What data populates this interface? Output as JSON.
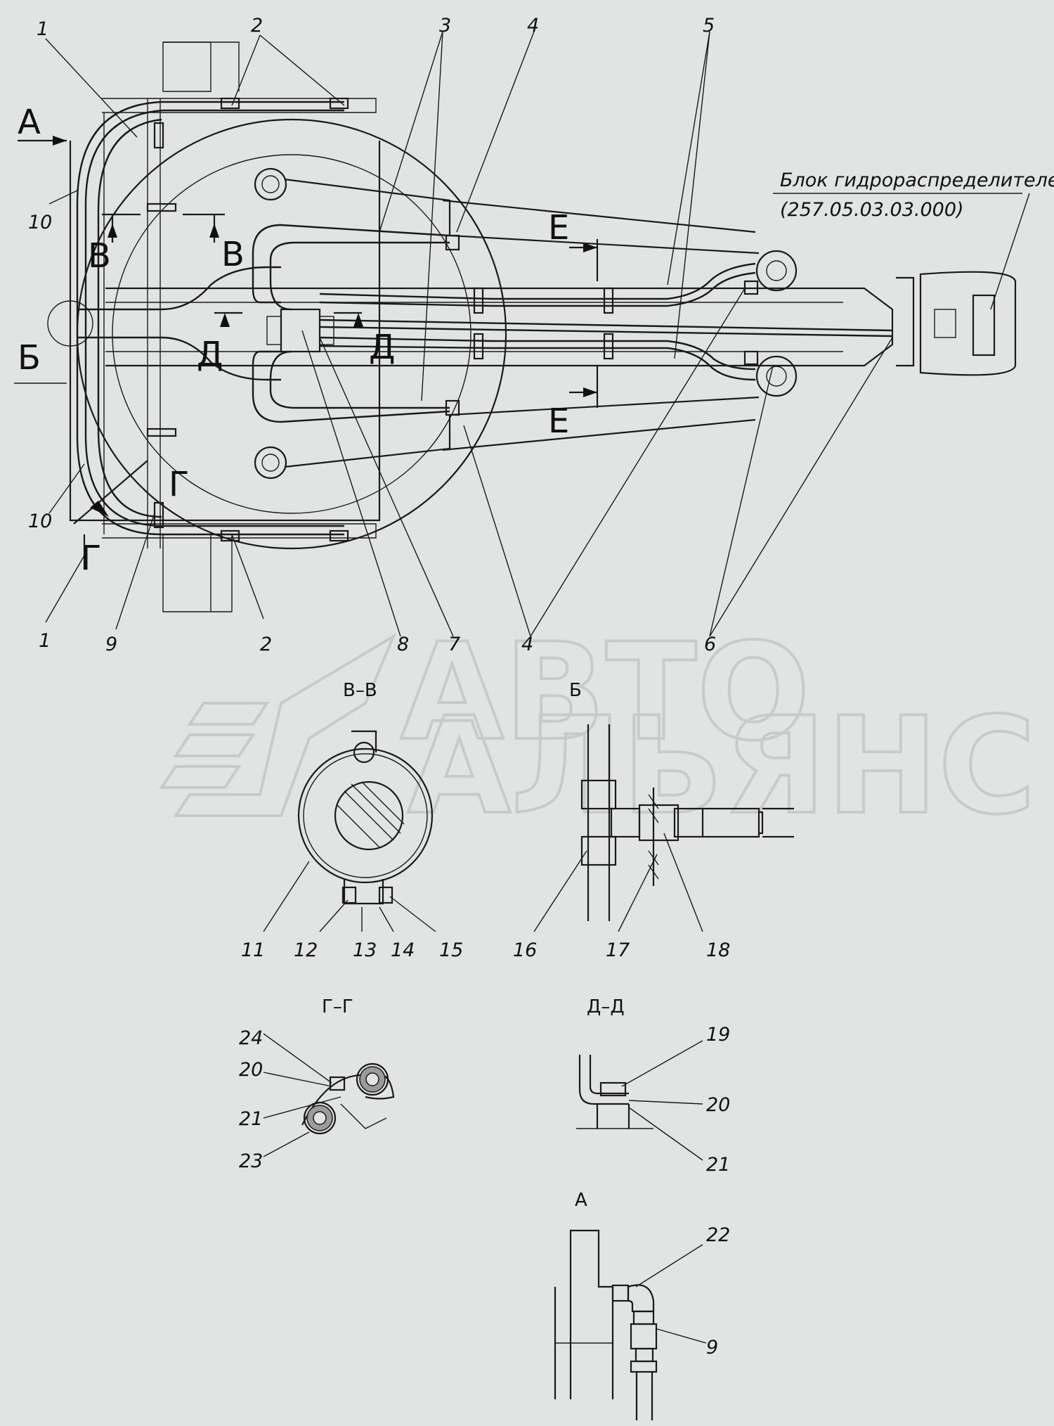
{
  "title_block": {
    "label": "Блок гидрораспределителей",
    "code": "(257.05.03.03.000)"
  },
  "view_marks": {
    "a": "А",
    "b": "Б",
    "v": "В",
    "g": "Г",
    "d": "Д",
    "e": "Е"
  },
  "section_titles": {
    "vv": "В–В",
    "b": "Б",
    "gg": "Г–Г",
    "dd": "Д–Д",
    "a": "А"
  },
  "callouts": {
    "n1": "1",
    "n2": "2",
    "n3": "3",
    "n4": "4",
    "n5": "5",
    "n6": "6",
    "n7": "7",
    "n8": "8",
    "n9": "9",
    "n10": "10",
    "n11": "11",
    "n12": "12",
    "n13": "13",
    "n14": "14",
    "n15": "15",
    "n16": "16",
    "n17": "17",
    "n18": "18",
    "n19": "19",
    "n20": "20",
    "n21": "21",
    "n22": "22",
    "n23": "23",
    "n24": "24"
  },
  "watermark": {
    "line1": "АВТО",
    "line2": "АЛЬЯНС"
  }
}
